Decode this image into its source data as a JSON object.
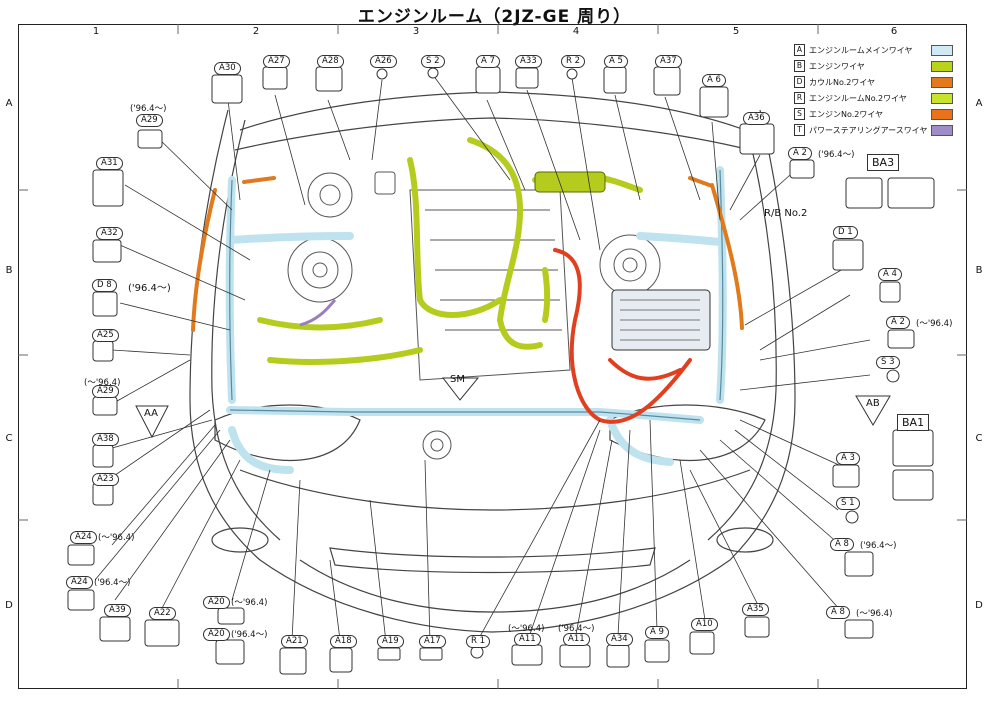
{
  "title": "エンジンルーム（2JZ-GE 周り）",
  "columns": [
    "1",
    "2",
    "3",
    "4",
    "5",
    "6"
  ],
  "rows": [
    "A",
    "B",
    "C",
    "D"
  ],
  "legend": [
    {
      "code": "A",
      "text": "エンジンルームメインワイヤ",
      "color": "#cfeaf5"
    },
    {
      "code": "B",
      "text": "エンジンワイヤ",
      "color": "#b9d21a"
    },
    {
      "code": "D",
      "text": "カウルNo.2ワイヤ",
      "color": "#e07a1c"
    },
    {
      "code": "R",
      "text": "エンジンルームNo.2ワイヤ",
      "color": "#c7e32b"
    },
    {
      "code": "S",
      "text": "エンジンNo.2ワイヤ",
      "color": "#e8731a"
    },
    {
      "code": "T",
      "text": "パワーステアリングアースワイヤ",
      "color": "#a08cc8"
    }
  ],
  "colors": {
    "main": "#bfe2ef",
    "engine": "#b5cc1e",
    "cowl": "#e07a1c",
    "red": "#e04020",
    "purple": "#9a7fc0",
    "line": "#333333"
  },
  "connectors": {
    "A30": "A30",
    "A27": "A27",
    "A28": "A28",
    "A26": "A26",
    "S2": "S 2",
    "A7": "A 7",
    "A33": "A33",
    "R2": "R 2",
    "A5": "A 5",
    "A37": "A37",
    "A6": "A 6",
    "A29a": "A29",
    "A31": "A31",
    "A32": "A32",
    "D8": "D 8",
    "A25": "A25",
    "A29b": "A29",
    "A38": "A38",
    "A23": "A23",
    "A24a": "A24",
    "A24b": "A24",
    "A39": "A39",
    "A22": "A22",
    "A20a": "A20",
    "A20b": "A20",
    "A21": "A21",
    "A18": "A18",
    "A19": "A19",
    "A17": "A17",
    "R1": "R 1",
    "A11a": "A11",
    "A11b": "A11",
    "A34": "A34",
    "A9": "A 9",
    "A10": "A10",
    "A35": "A35",
    "A8a": "A 8",
    "A8b": "A 8",
    "A36": "A36",
    "A2a": "A 2",
    "D1": "D 1",
    "A4": "A 4",
    "A2b": "A 2",
    "S3": "S 3",
    "A3": "A 3",
    "S1": "S 1"
  },
  "notes": {
    "A29a": "('96.4～)",
    "D8": "('96.4～)",
    "A29b": "(～'96.4)",
    "A24a": "(～'96.4)",
    "A24b": "('96.4～)",
    "A20a": "(～'96.4)",
    "A20b": "('96.4～)",
    "A11a": "(～'96.4)",
    "A11b": "('96.4～)",
    "A8a": "('96.4～)",
    "A8b": "(～'96.4)",
    "A2a": "('96.4～)",
    "A2b": "(～'96.4)"
  },
  "labels": {
    "BA3": "BA3",
    "BA1": "BA1",
    "RB2": "R/B No.2",
    "SM": "SM",
    "AA": "AA",
    "AB": "AB"
  }
}
